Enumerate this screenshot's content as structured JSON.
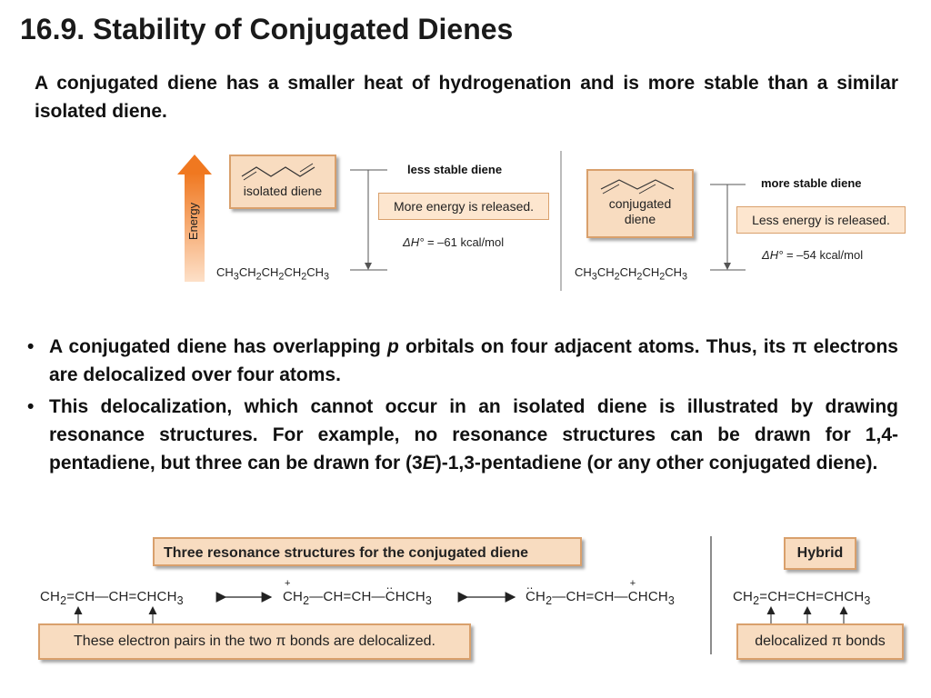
{
  "title": "16.9. Stability of Conjugated Dienes",
  "intro": "A conjugated diene has a smaller heat of hydrogenation and is more stable than a similar isolated diene.",
  "energy_diagram": {
    "axis_label": "Energy",
    "left": {
      "diene_label": "isolated diene",
      "level_label": "less stable diene",
      "release_text": "More energy is released.",
      "dh_symbol": "ΔH°",
      "dh_value": "= –61 kcal/mol",
      "product": [
        "CH",
        "3",
        "CH",
        "2",
        "CH",
        "2",
        "CH",
        "2",
        "CH",
        "3"
      ]
    },
    "right": {
      "diene_label": "conjugated diene",
      "level_label": "more stable diene",
      "release_text": "Less energy is released.",
      "dh_symbol": "ΔH°",
      "dh_value": "= –54 kcal/mol",
      "product": [
        "CH",
        "3",
        "CH",
        "2",
        "CH",
        "2",
        "CH",
        "2",
        "CH",
        "3"
      ]
    }
  },
  "bullets": {
    "b1_part1": "A conjugated diene has overlapping ",
    "b1_italic": "p",
    "b1_part2": " orbitals on four adjacent atoms. Thus, its π electrons are delocalized over four atoms.",
    "b2_part1": "This delocalization, which cannot occur in an isolated diene is illustrated by drawing resonance structures. For example, no resonance structures can be drawn for 1,4-pentadiene, but three can be drawn for (3",
    "b2_italic": "E",
    "b2_part2": ")-1,3-pentadiene (or any other conjugated diene)."
  },
  "resonance": {
    "header": "Three resonance structures for the conjugated diene",
    "footer": "These electron pairs in the two π bonds are delocalized.",
    "hybrid_header": "Hybrid",
    "hybrid_footer": "delocalized π bonds",
    "s1": [
      "CH",
      "2",
      "=CH—CH=CHCH",
      "3"
    ],
    "s2": [
      "CH",
      "2",
      "—CH=CH—",
      "C",
      "HCH",
      "3"
    ],
    "s3": [
      "C",
      "H",
      "2",
      "—CH=CH—",
      "C",
      "HCH",
      "3"
    ],
    "hybrid": [
      "CH",
      "2",
      "=CH=CH=CHCH",
      "3"
    ],
    "plus": "+",
    "lonepair": "‥"
  }
}
